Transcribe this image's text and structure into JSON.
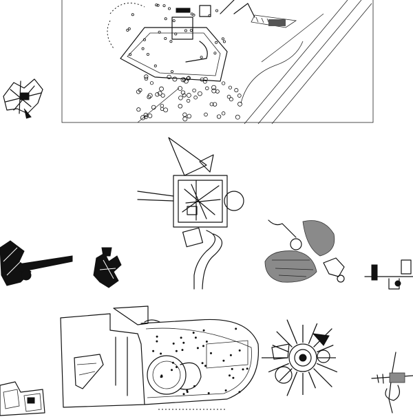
{
  "sheet": {
    "background": "#ffffff",
    "ink_color": "#111111"
  },
  "sketches": [
    {
      "id": "site-plan",
      "icon": "site-plan-drawing"
    },
    {
      "id": "small-collage-topleft",
      "icon": "collage-sketch"
    },
    {
      "id": "square-pavilion",
      "icon": "pavilion-sketch"
    },
    {
      "id": "black-shard-left",
      "icon": "shard-sketch"
    },
    {
      "id": "black-cluster",
      "icon": "cluster-sketch"
    },
    {
      "id": "hatched-plan-right",
      "icon": "hatched-plan-sketch"
    },
    {
      "id": "axis-plan-far-right",
      "icon": "axis-plan-sketch"
    },
    {
      "id": "large-floor-plan",
      "icon": "floor-plan-drawing"
    },
    {
      "id": "radial-plan",
      "icon": "radial-plan-sketch"
    },
    {
      "id": "small-plan-bottomleft",
      "icon": "block-plan-sketch"
    },
    {
      "id": "linear-plan-bottomright",
      "icon": "linear-plan-sketch"
    }
  ]
}
